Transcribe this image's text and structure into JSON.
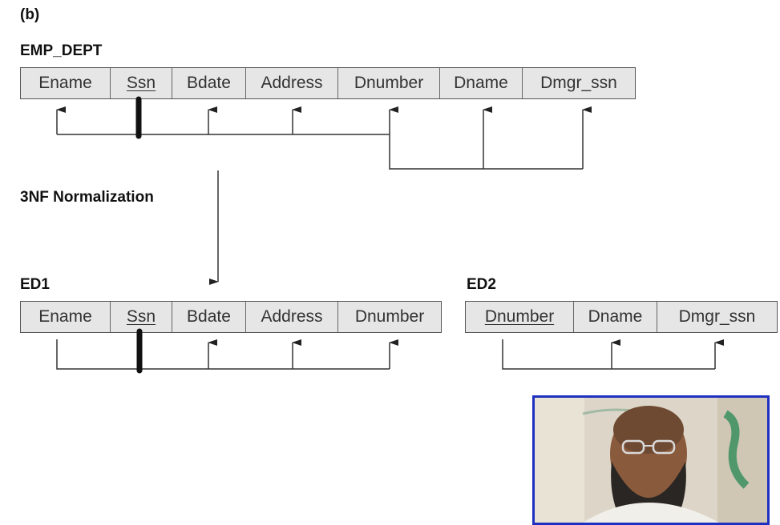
{
  "figure_label": "(b)",
  "emp_dept": {
    "name": "EMP_DEPT",
    "attributes": [
      {
        "text": "Ename",
        "key": false
      },
      {
        "text": "Ssn",
        "key": true
      },
      {
        "text": "Bdate",
        "key": false
      },
      {
        "text": "Address",
        "key": false
      },
      {
        "text": "Dnumber",
        "key": false
      },
      {
        "text": "Dname",
        "key": false
      },
      {
        "text": "Dmgr_ssn",
        "key": false
      }
    ]
  },
  "step_label": "3NF Normalization",
  "ed1": {
    "name": "ED1",
    "attributes": [
      {
        "text": "Ename",
        "key": false
      },
      {
        "text": "Ssn",
        "key": true
      },
      {
        "text": "Bdate",
        "key": false
      },
      {
        "text": "Address",
        "key": false
      },
      {
        "text": "Dnumber",
        "key": false
      }
    ]
  },
  "ed2": {
    "name": "ED2",
    "attributes": [
      {
        "text": "Dnumber",
        "key": true
      },
      {
        "text": "Dname",
        "key": false
      },
      {
        "text": "Dmgr_ssn",
        "key": false
      }
    ]
  },
  "colors": {
    "line": "#333333",
    "cell": "#e6e6e6",
    "video_border": "#1f2fbf"
  },
  "webcam": "presenter-video"
}
